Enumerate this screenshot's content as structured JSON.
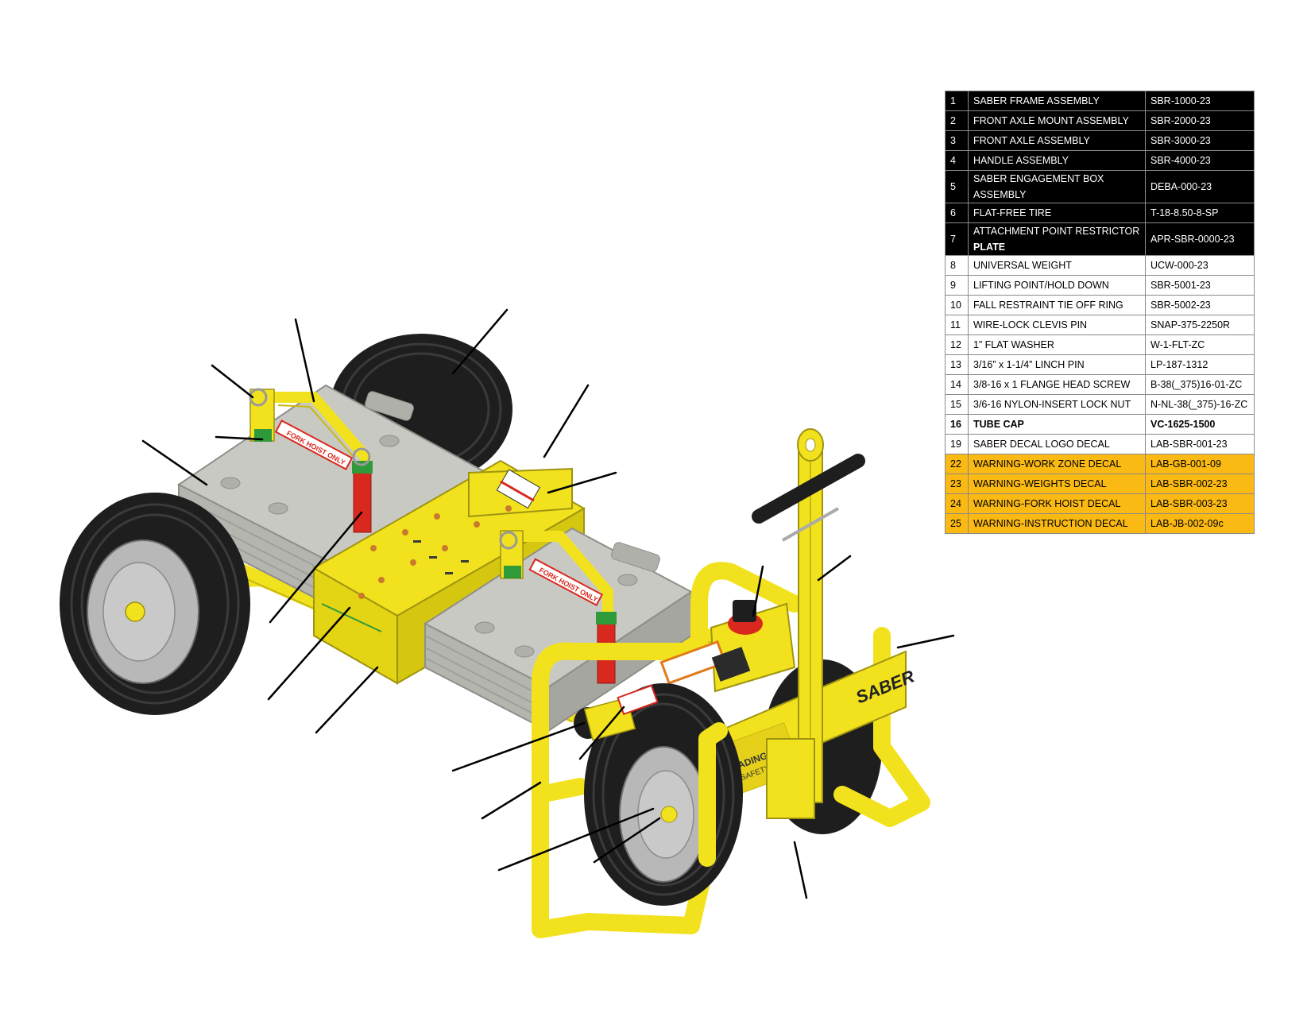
{
  "parts_table": {
    "rows": [
      {
        "num": "1",
        "desc": "SABER FRAME ASSEMBLY",
        "code": "SBR-1000-23",
        "style": "black"
      },
      {
        "num": "2",
        "desc": "FRONT AXLE MOUNT ASSEMBLY",
        "code": "SBR-2000-23",
        "style": "black"
      },
      {
        "num": "3",
        "desc": "FRONT AXLE  ASSEMBLY",
        "code": "SBR-3000-23",
        "style": "black"
      },
      {
        "num": "4",
        "desc": "HANDLE ASSEMBLY",
        "code": "SBR-4000-23",
        "style": "black"
      },
      {
        "num": "5",
        "desc": "SABER ENGAGEMENT BOX ASSEMBLY",
        "code": "DEBA-000-23",
        "style": "black",
        "tall": true
      },
      {
        "num": "6",
        "desc": "FLAT-FREE TIRE",
        "code": "T-18-8.50-8-SP",
        "style": "black"
      },
      {
        "num": "7",
        "desc": "ATTACHMENT POINT RESTRICTOR",
        "desc_bold": "PLATE",
        "code": "APR-SBR-0000-23",
        "style": "black",
        "tall": true
      },
      {
        "num": "8",
        "desc": "UNIVERSAL WEIGHT",
        "code": "UCW-000-23",
        "style": "white"
      },
      {
        "num": "9",
        "desc": "LIFTING POINT/HOLD DOWN",
        "code": "SBR-5001-23",
        "style": "white"
      },
      {
        "num": "10",
        "desc": "FALL RESTRAINT TIE OFF RING",
        "code": "SBR-5002-23",
        "style": "white"
      },
      {
        "num": "11",
        "desc": "WIRE-LOCK CLEVIS PIN",
        "code": "SNAP-375-2250R",
        "style": "white"
      },
      {
        "num": "12",
        "desc": "1” FLAT WASHER",
        "code": "W-1-FLT-ZC",
        "style": "white"
      },
      {
        "num": "13",
        "desc": "3/16” x 1-1/4” LINCH PIN",
        "code": "LP-187-1312",
        "style": "white"
      },
      {
        "num": "14",
        "desc": "3/8-16 x 1 FLANGE HEAD SCREW",
        "code": "B-38(_375)16-01-ZC",
        "style": "white"
      },
      {
        "num": "15",
        "desc": "3/6-16 NYLON-INSERT LOCK NUT",
        "code": "N-NL-38(_375)-16-ZC",
        "style": "white"
      },
      {
        "num": "16",
        "desc": "TUBE CAP",
        "code": "VC-1625-1500",
        "style": "white",
        "bold": true
      },
      {
        "num": "19",
        "desc": "SABER DECAL LOGO DECAL",
        "code": "LAB-SBR-001-23",
        "style": "white"
      },
      {
        "num": "22",
        "desc": "WARNING-WORK ZONE DECAL",
        "code": "LAB-GB-001-09",
        "style": "orange"
      },
      {
        "num": "23",
        "desc": "WARNING-WEIGHTS DECAL",
        "code": "LAB-SBR-002-23",
        "style": "orange"
      },
      {
        "num": "24",
        "desc": "WARNING-FORK HOIST DECAL",
        "code": "LAB-SBR-003-23",
        "style": "orange"
      },
      {
        "num": "25",
        "desc": "WARNING-INSTRUCTION DECAL",
        "code": "LAB-JB-002-09c",
        "style": "orange"
      }
    ]
  },
  "decals": {
    "fork_hoist": "FORK HOIST ONLY",
    "brand": "SABER",
    "logo_line1": "LEADING EDGE",
    "logo_line2": "SAFETY"
  },
  "colors": {
    "frame_yellow": "#f2e21e",
    "weight_gray": "#c9c9c4",
    "tire_black": "#1e1e1e",
    "hub_silver": "#b8b8b8",
    "pin_red": "#d9281e",
    "pin_green": "#2f9a3a",
    "table_orange": "#fbb913"
  }
}
